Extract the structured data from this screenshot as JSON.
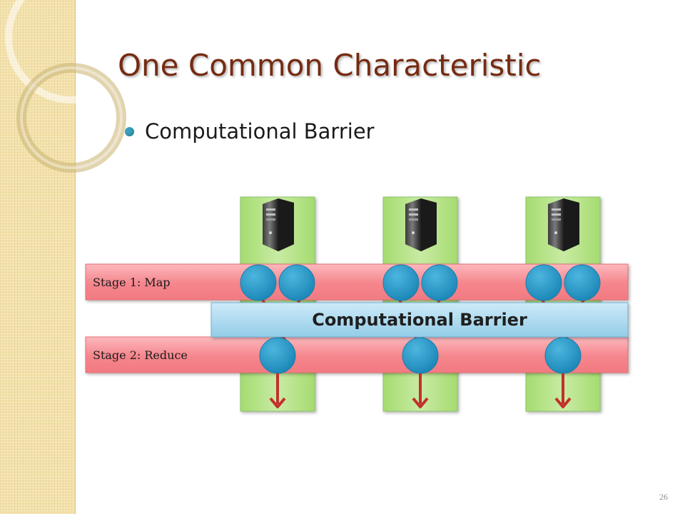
{
  "slide": {
    "title": "One Common Characteristic",
    "bullets": [
      "Computational Barrier"
    ],
    "page_number": "26"
  },
  "diagram": {
    "columns": 3,
    "stages": [
      {
        "label": "Stage 1: Map",
        "color": "#f5858c"
      },
      {
        "label": "Stage 2: Reduce",
        "color": "#f5858c"
      }
    ],
    "barrier": {
      "label": "Computational Barrier",
      "color": "#9fd3ec"
    },
    "colors": {
      "column": "#b8e58c",
      "node": "#2a9bc9",
      "arrow": "#c2302c",
      "title": "#762b12",
      "bullet": "#38a0bf",
      "background_strip": "#f3e1a9"
    },
    "icons": [
      "server-icon",
      "node-circle",
      "down-arrow-icon"
    ]
  }
}
